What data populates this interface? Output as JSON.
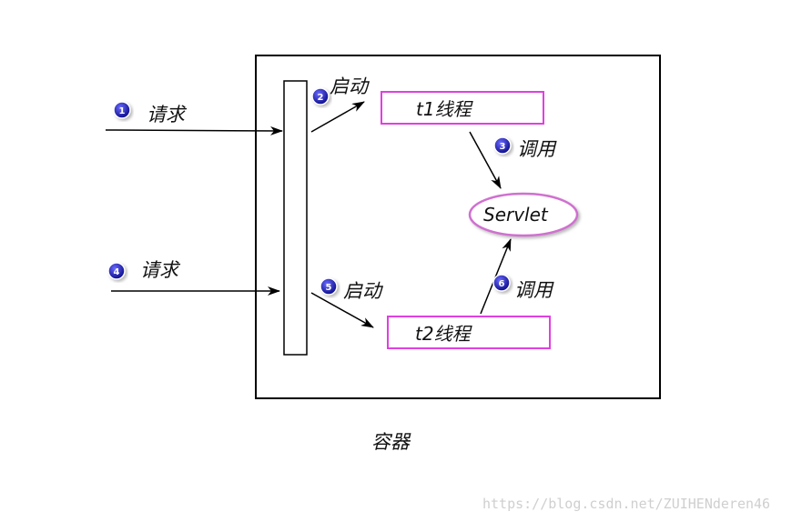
{
  "container_label": "容器",
  "threads": [
    {
      "label": "t1线程",
      "border_color": "#e040e0"
    },
    {
      "label": "t2线程",
      "border_color": "#e040e0"
    }
  ],
  "servlet": {
    "label": "Servlet",
    "border_color": "#d070d0"
  },
  "steps": [
    {
      "number": "1",
      "label": "请求"
    },
    {
      "number": "2",
      "label": "启动"
    },
    {
      "number": "3",
      "label": "调用"
    },
    {
      "number": "4",
      "label": "请求"
    },
    {
      "number": "5",
      "label": "启动"
    },
    {
      "number": "6",
      "label": "调用"
    }
  ],
  "badge_color": "#1a1aa8",
  "watermark": "https://blog.csdn.net/ZUIHENderen46"
}
